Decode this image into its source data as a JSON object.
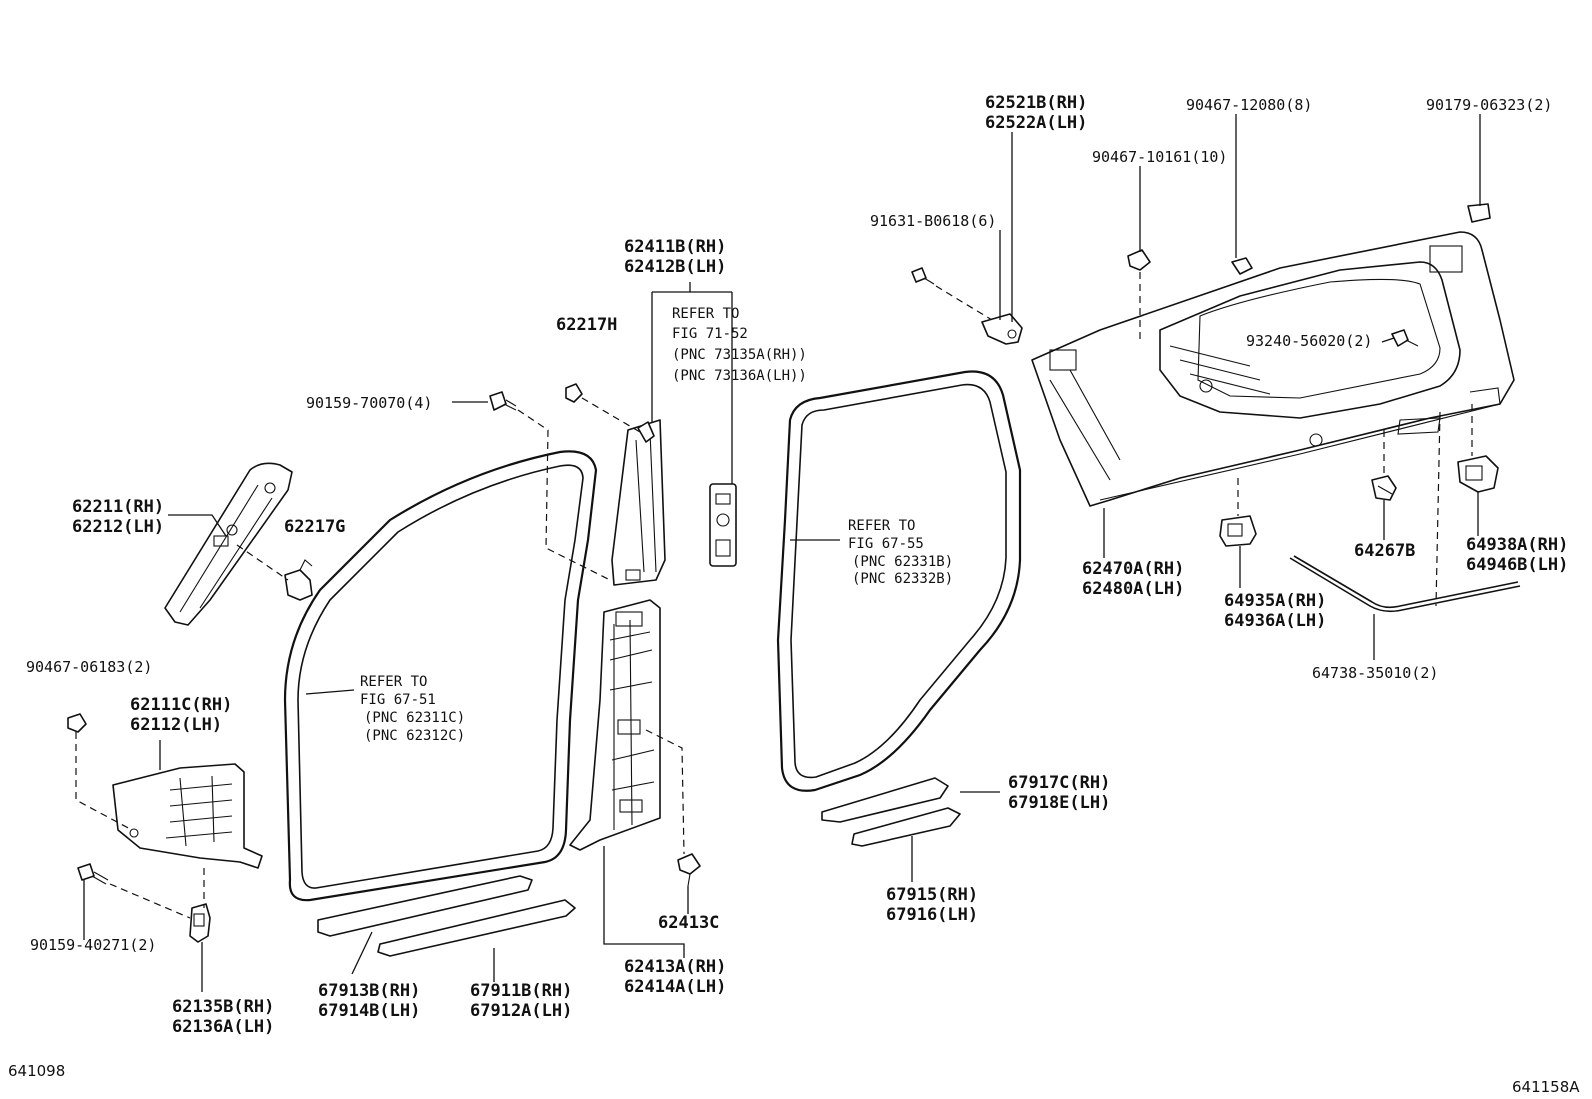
{
  "diagram": {
    "footer_left": "641098",
    "footer_right": "641158A",
    "labels": {
      "p62521B": "62521B(RH)",
      "p62522A": "62522A(LH)",
      "p90467_12080": "90467-12080(8)",
      "p90179_06323": "90179-06323(2)",
      "p90467_10161": "90467-10161(10)",
      "p91631_B0618": "91631-B0618(6)",
      "p62411B": "62411B(RH)",
      "p62412B": "62412B(LH)",
      "p62217H": "62217H",
      "p90159_70070": "90159-70070(4)",
      "p93240_56020": "93240-56020(2)",
      "p62211": "62211(RH)",
      "p62212": "62212(LH)",
      "p62217G": "62217G",
      "p62470A": "62470A(RH)",
      "p62480A": "62480A(LH)",
      "p64267B": "64267B",
      "p64938A": "64938A(RH)",
      "p64946B": "64946B(LH)",
      "p64935A": "64935A(RH)",
      "p64936A": "64936A(LH)",
      "p90467_06183": "90467-06183(2)",
      "p62111C": "62111C(RH)",
      "p62112": "62112(LH)",
      "p64738_35010": "64738-35010(2)",
      "p67917C": "67917C(RH)",
      "p67918E": "67918E(LH)",
      "p62413C": "62413C",
      "p67915": "67915(RH)",
      "p67916": "67916(LH)",
      "p90159_40271": "90159-40271(2)",
      "p62413A": "62413A(RH)",
      "p62414A": "62414A(LH)",
      "p67913B": "67913B(RH)",
      "p67914B": "67914B(LH)",
      "p67911B": "67911B(RH)",
      "p67912A": "67912A(LH)",
      "p62135B": "62135B(RH)",
      "p62136A": "62136A(LH)"
    },
    "refs": {
      "fig71": [
        "REFER TO",
        "FIG 71-52",
        "(PNC 73135A(RH))",
        "(PNC 73136A(LH))"
      ],
      "fig67_55": [
        "REFER TO",
        "FIG 67-55",
        "(PNC 62331B)",
        "(PNC 62332B)"
      ],
      "fig67_51": [
        "REFER TO",
        "FIG 67-51",
        "(PNC 62311C)",
        "(PNC 62312C)"
      ]
    }
  }
}
